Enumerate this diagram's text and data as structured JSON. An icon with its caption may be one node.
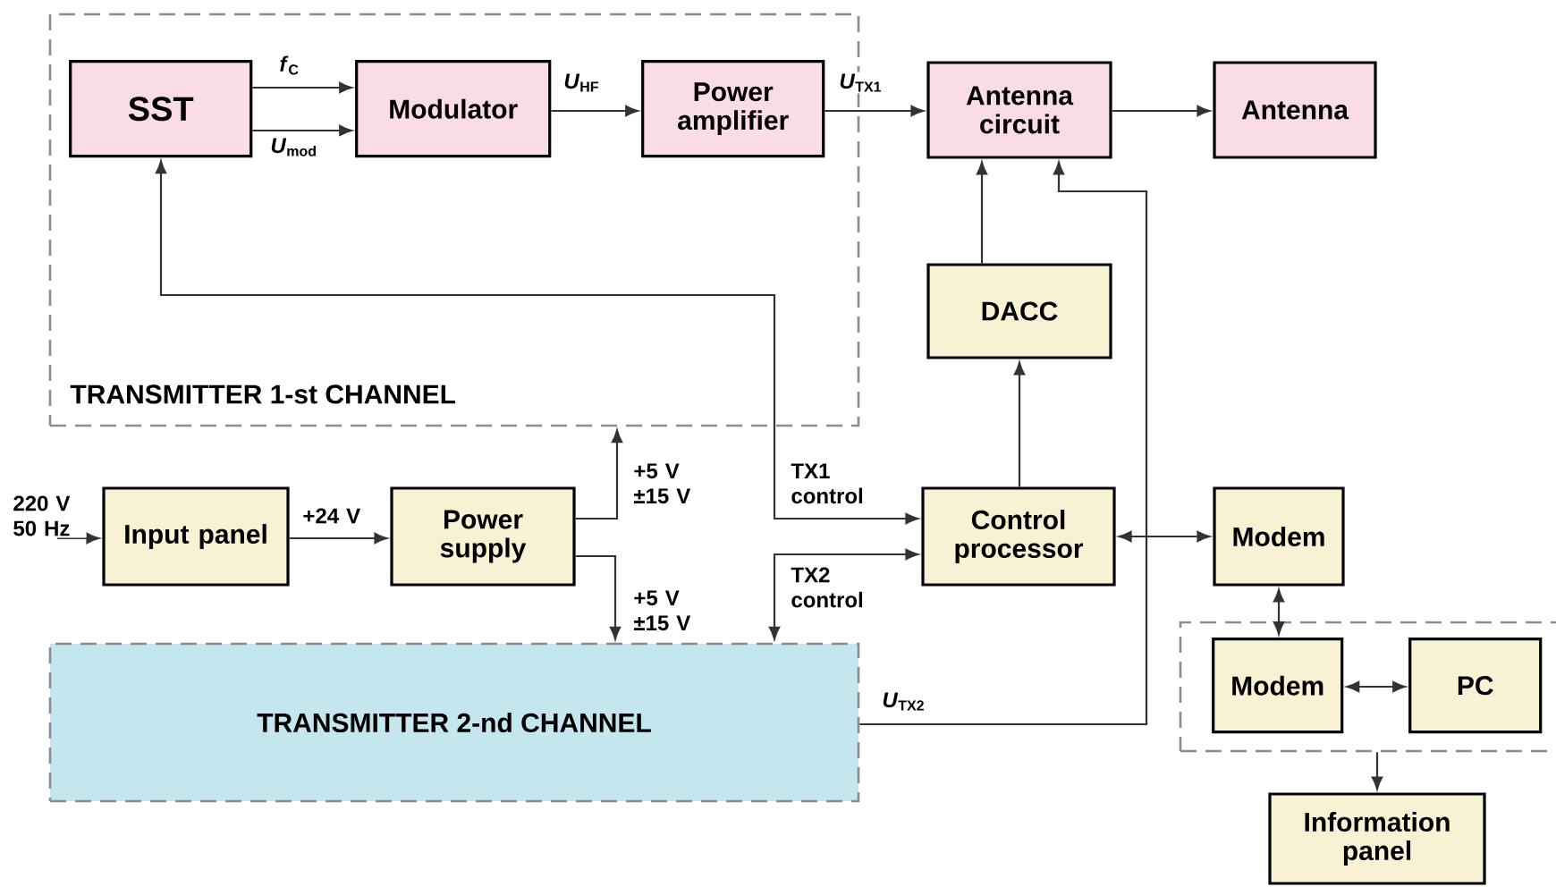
{
  "diagram": {
    "nodes": [
      {
        "text": [
          "TRANSMITTER 1-st CHANNEL"
        ]
      },
      {
        "text": [
          "SST"
        ],
        "in": 0
      },
      {
        "text": [
          "Modulator"
        ],
        "in": 0
      },
      {
        "text": [
          "Power amplifier"
        ],
        "in": 0
      },
      {
        "text": [
          "Antenna circuit"
        ]
      },
      {
        "text": [
          "Antenna"
        ]
      },
      {
        "text": [
          "DACC"
        ]
      },
      {
        "text": [
          "Input panel"
        ]
      },
      {
        "text": [
          "Power supply"
        ]
      },
      {
        "text": [
          "Control processor"
        ]
      },
      {
        "text": [
          "Modem"
        ]
      },
      {
        "text": [
          "TRANSMITTER 2-nd CHANNEL"
        ]
      },
      {
        "text": [],
        "shape": "box"
      },
      {
        "text": [
          "Modem"
        ],
        "in": 12
      },
      {
        "text": [
          "PC"
        ],
        "in": 12
      },
      {
        "text": [
          "Information panel"
        ]
      }
    ],
    "edges": [
      {
        "from": 1,
        "to": 2,
        "arrow": "to",
        "label": "*f*$_{C}$"
      },
      {
        "from": 1,
        "to": 2,
        "arrow": "to",
        "label": "*U*$_{mod}$"
      },
      {
        "from": 2,
        "to": 3,
        "arrow": "to",
        "label": "*U*$_{HF}$"
      },
      {
        "from": 3,
        "to": 4,
        "arrow": "to",
        "label": "*U*$_{TX1}$"
      },
      {
        "from": 4,
        "to": 5,
        "arrow": "to"
      },
      {
        "from": 6,
        "to": 4,
        "arrow": "to"
      },
      {
        "from": 9,
        "to": 6,
        "arrow": "to"
      },
      {
        "from": 9,
        "to": 1,
        "arrow": "both",
        "label": "TX1 control"
      },
      {
        "from": 9,
        "to": 11,
        "arrow": "both",
        "label": "TX2 control"
      },
      {
        "from": 11,
        "to": 4,
        "arrow": "to",
        "label": "*U*$_{TX2}$"
      },
      {
        "from": null,
        "to": 7,
        "arrow": "to",
        "label": "220 V 50 Hz"
      },
      {
        "from": 7,
        "to": 8,
        "arrow": "to",
        "label": "+24 V"
      },
      {
        "from": 8,
        "to": 0,
        "arrow": "to",
        "label": "+5 V ±15 V"
      },
      {
        "from": 8,
        "to": 11,
        "arrow": "to",
        "label": "+5 V ±15 V"
      },
      {
        "from": 9,
        "to": 10,
        "arrow": "both"
      },
      {
        "from": 10,
        "to": 13,
        "arrow": "both"
      },
      {
        "from": 13,
        "to": 14,
        "arrow": "both"
      },
      {
        "from": 12,
        "to": 15,
        "arrow": "to"
      }
    ]
  }
}
